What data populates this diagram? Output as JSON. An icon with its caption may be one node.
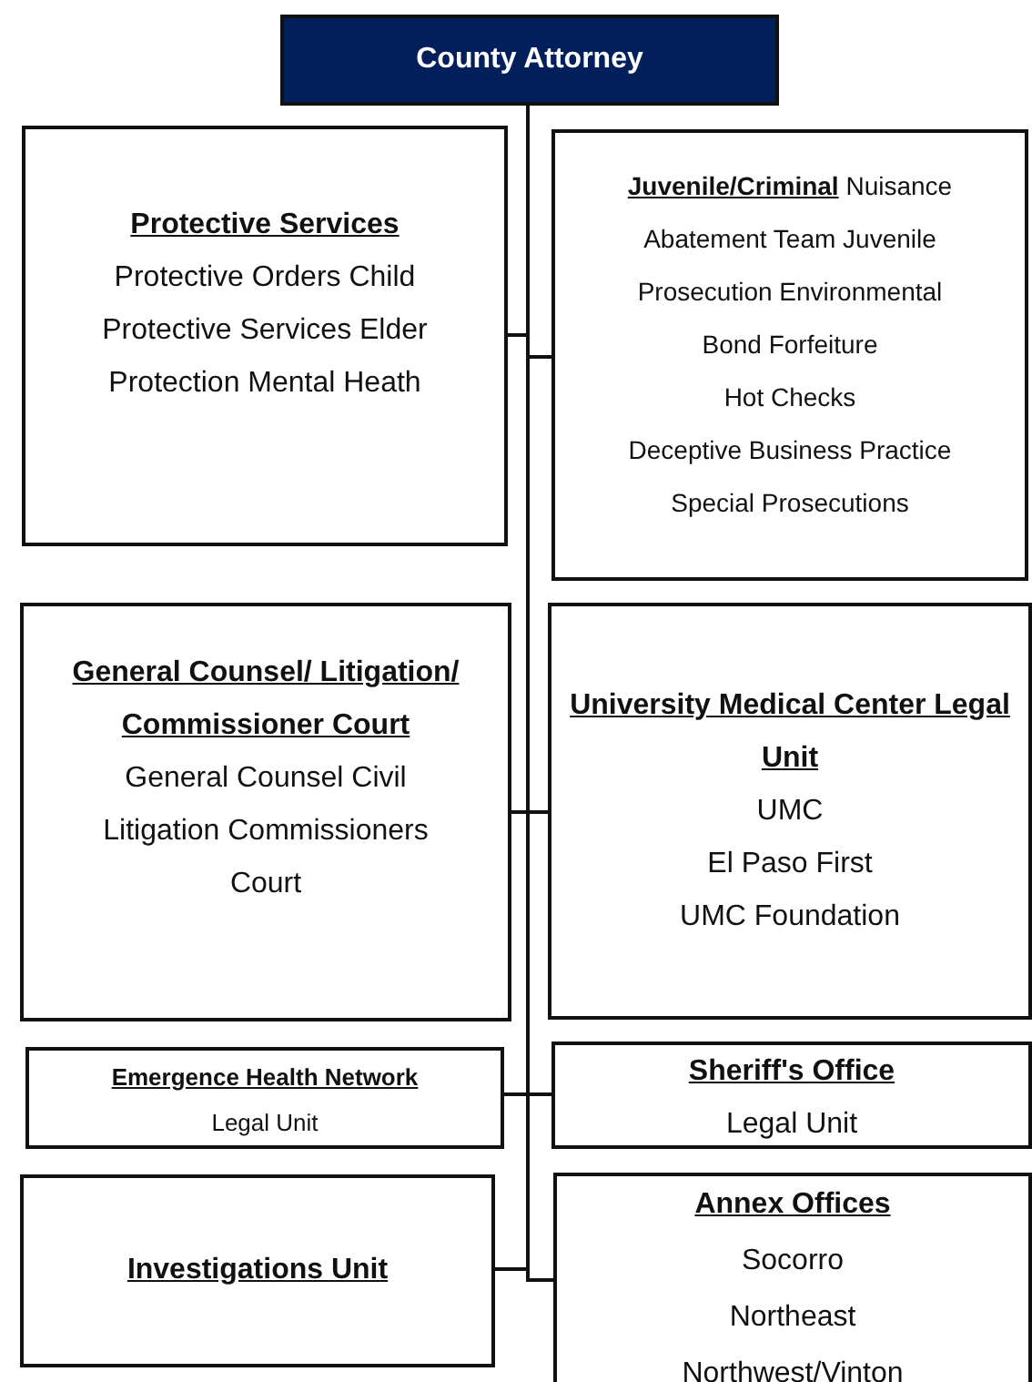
{
  "diagram": {
    "nodes": [
      {
        "text": [
          "County Attorney"
        ]
      },
      {
        "text": [
          "Protective Services",
          "Protective Orders Child",
          "Protective Services Elder",
          "Protection Mental Heath"
        ]
      },
      {
        "text": [
          "**Juvenile/Criminal** Nuisance",
          "Abatement Team Juvenile",
          "Prosecution Environmental",
          "Bond Forfeiture",
          "Hot Checks",
          "Deceptive Business Practice",
          "Special Prosecutions"
        ]
      },
      {
        "text": [
          "General Counsel/ Litigation/ Commissioner Court",
          "General Counsel Civil",
          "Litigation Commissioners",
          "Court"
        ]
      },
      {
        "text": [
          "University Medical Center Legal Unit",
          "UMC",
          "El Paso First",
          "UMC Foundation"
        ]
      },
      {
        "text": [
          "Emergence Health Network",
          "Legal Unit"
        ]
      },
      {
        "text": [
          "Sheriff's Office",
          "Legal Unit"
        ]
      },
      {
        "text": [
          "Investigations Unit"
        ]
      },
      {
        "text": [
          "Annex Offices",
          "Socorro",
          "Northeast",
          "Northwest/Vinton"
        ]
      }
    ],
    "edges": [
      {
        "from": 0,
        "to": 1,
        "arrow": "none"
      },
      {
        "from": 0,
        "to": 2,
        "arrow": "none"
      },
      {
        "from": 0,
        "to": 3,
        "arrow": "none"
      },
      {
        "from": 0,
        "to": 4,
        "arrow": "none"
      },
      {
        "from": 0,
        "to": 5,
        "arrow": "none"
      },
      {
        "from": 0,
        "to": 6,
        "arrow": "none"
      },
      {
        "from": 0,
        "to": 7,
        "arrow": "none"
      },
      {
        "from": 0,
        "to": 8,
        "arrow": "none"
      }
    ]
  }
}
